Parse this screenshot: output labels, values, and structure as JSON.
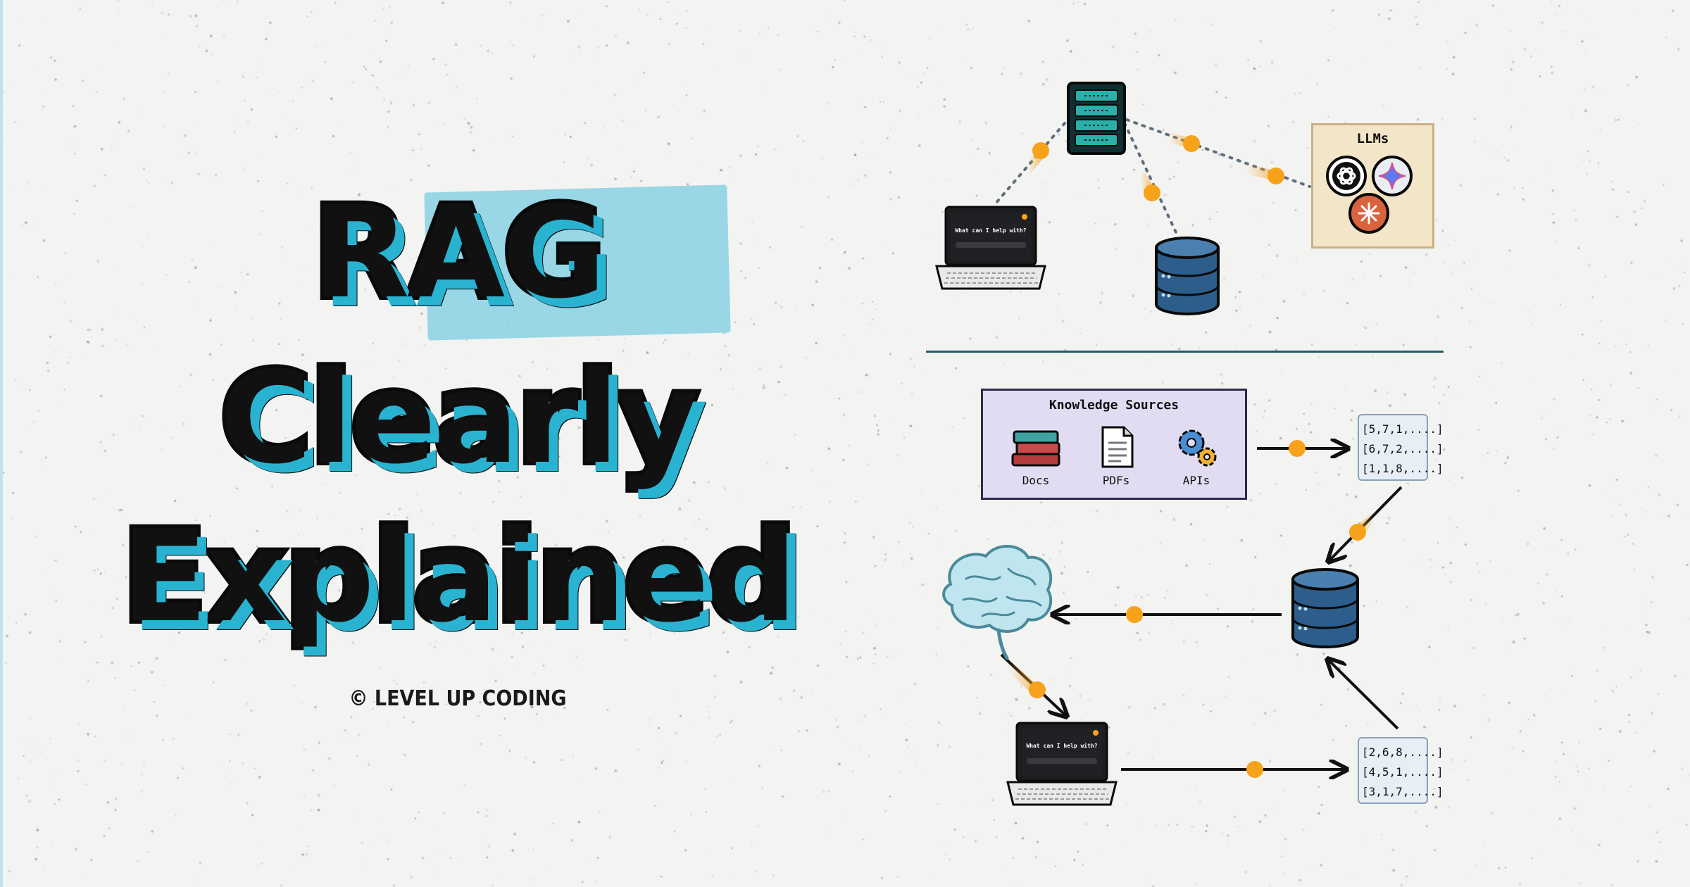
{
  "title": {
    "line1": "RAG",
    "line2": "Clearly",
    "line3": "Explained",
    "credit": "© LEVEL UP CODING"
  },
  "diagram": {
    "top": {
      "llm_box_title": "LLMs",
      "laptop_prompt": "What can I help with?",
      "llm_icons": [
        "openai-logo-icon",
        "gemini-logo-icon",
        "claude-logo-icon"
      ]
    },
    "bottom": {
      "knowledge_sources": {
        "title": "Knowledge Sources",
        "items": [
          {
            "label": "Docs",
            "icon": "books-icon"
          },
          {
            "label": "PDFs",
            "icon": "pdf-document-icon"
          },
          {
            "label": "APIs",
            "icon": "gears-icon"
          }
        ]
      },
      "source_vectors": [
        "[5,7,1,....]",
        "[6,7,2,....]",
        "[1,1,8,....]"
      ],
      "query_vectors": [
        "[2,6,8,....]",
        "[4,5,1,....]",
        "[3,1,7,....]"
      ],
      "laptop_prompt": "What can I help with?"
    },
    "colors": {
      "accent_cyan": "#29b3d1",
      "highlight": "#8fd3e4",
      "connector_dot": "#f7a21b",
      "database": "#2d5d8a",
      "divider": "#1d5f66"
    }
  }
}
